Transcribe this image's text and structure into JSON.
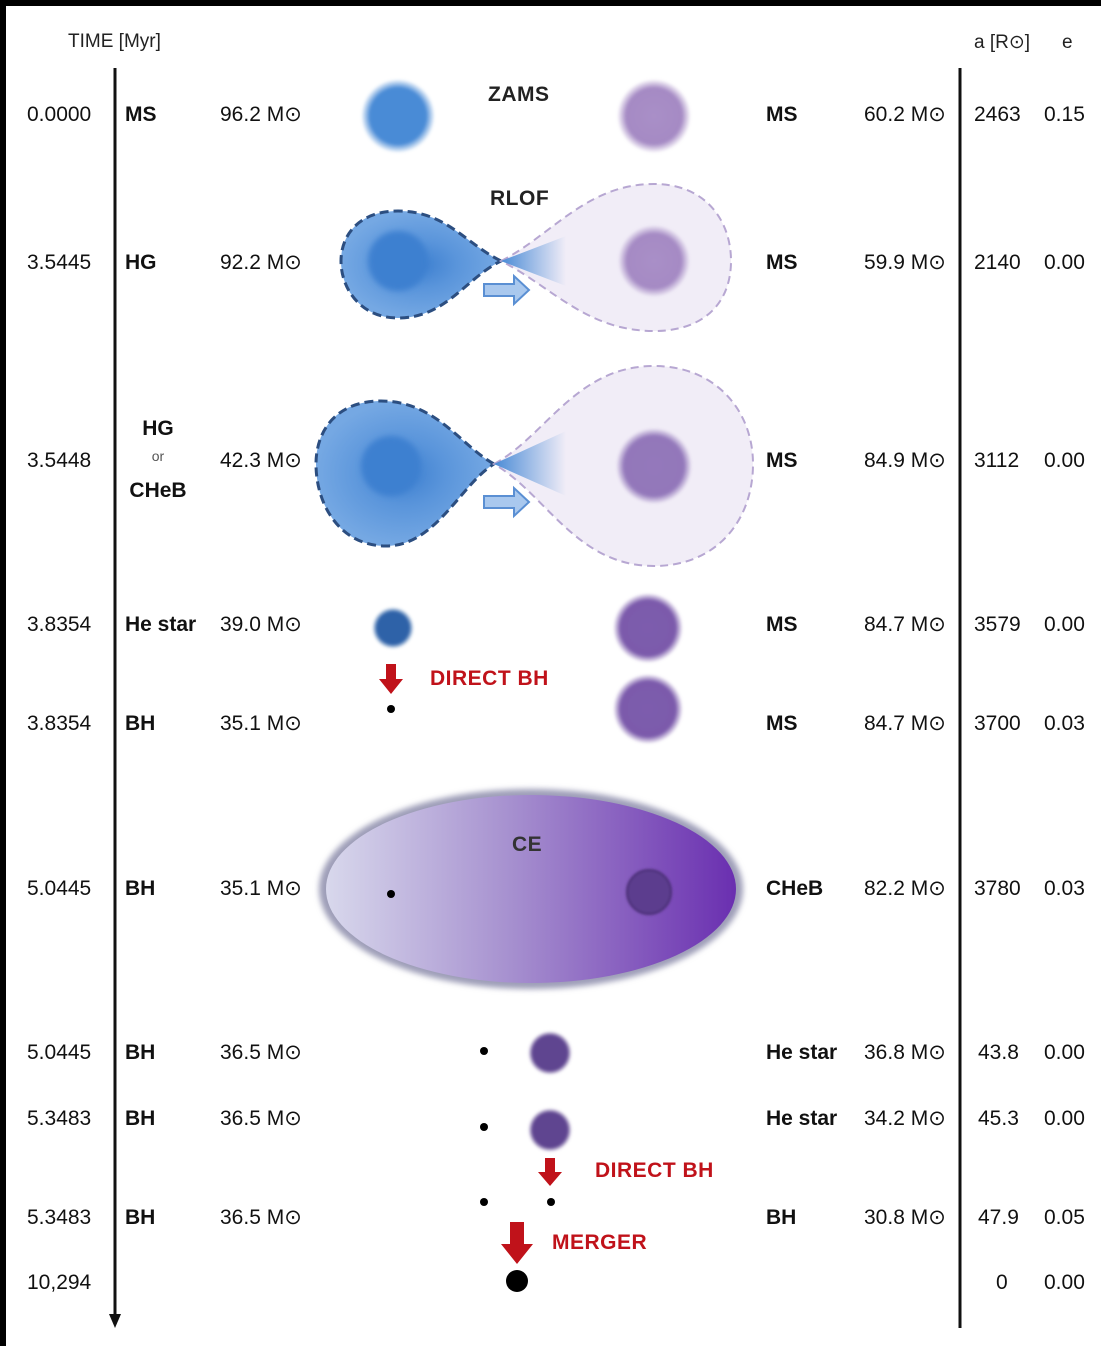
{
  "header": {
    "time_label": "TIME [Myr]",
    "a_label": "a [R⊙]",
    "e_label": "e"
  },
  "stage_labels": {
    "zams": "ZAMS",
    "rlof": "RLOF",
    "ce": "CE",
    "direct_bh_1": "DIRECT BH",
    "direct_bh_2": "DIRECT BH",
    "merger": "MERGER"
  },
  "rows": [
    {
      "time": "0.0000",
      "type1": "MS",
      "m1": "96.2 M⊙",
      "type2": "MS",
      "m2": "60.2 M⊙",
      "a": "2463",
      "e": "0.15"
    },
    {
      "time": "3.5445",
      "type1": "HG",
      "m1": "92.2 M⊙",
      "type2": "MS",
      "m2": "59.9 M⊙",
      "a": "2140",
      "e": "0.00"
    },
    {
      "time": "3.5448",
      "type1_lines": [
        "HG",
        "or",
        "CHeB"
      ],
      "m1": "42.3 M⊙",
      "type2": "MS",
      "m2": "84.9 M⊙",
      "a": "3112",
      "e": "0.00"
    },
    {
      "time": "3.8354",
      "type1": "He star",
      "m1": "39.0 M⊙",
      "type2": "MS",
      "m2": "84.7 M⊙",
      "a": "3579",
      "e": "0.00"
    },
    {
      "time": "3.8354",
      "type1": "BH",
      "m1": "35.1 M⊙",
      "type2": "MS",
      "m2": "84.7 M⊙",
      "a": "3700",
      "e": "0.03"
    },
    {
      "time": "5.0445",
      "type1": "BH",
      "m1": "35.1 M⊙",
      "type2": "CHeB",
      "m2": "82.2 M⊙",
      "a": "3780",
      "e": "0.03"
    },
    {
      "time": "5.0445",
      "type1": "BH",
      "m1": "36.5 M⊙",
      "type2": "He star",
      "m2": "36.8 M⊙",
      "a": "43.8",
      "e": "0.00"
    },
    {
      "time": "5.3483",
      "type1": "BH",
      "m1": "36.5 M⊙",
      "type2": "He star",
      "m2": "34.2 M⊙",
      "a": "45.3",
      "e": "0.00"
    },
    {
      "time": "5.3483",
      "type1": "BH",
      "m1": "36.5 M⊙",
      "type2": "BH",
      "m2": "30.8 M⊙",
      "a": "47.9",
      "e": "0.05"
    },
    {
      "time": "10,294",
      "a": "0",
      "e": "0.00"
    }
  ],
  "colors": {
    "primary_blue": "#4a8bd6",
    "secondary_purple": "#a98fc7",
    "dark_purple": "#6e4ea3",
    "ce_purple": "#7b3fb8",
    "arrow_red": "#c0121a",
    "arrow_blue": "#6fa3df"
  }
}
